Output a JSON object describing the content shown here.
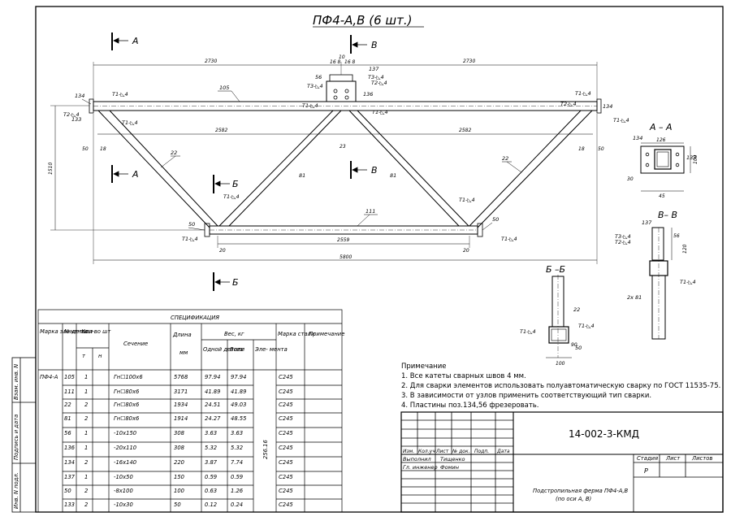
{
  "title": "ПФ4-А,В (6 шт.)",
  "section_marks": {
    "a": "А",
    "b": "Б",
    "v": "В"
  },
  "section_titles": {
    "aa": "А – А",
    "vv": "В– В",
    "bb": "Б –Б"
  },
  "dimensions": {
    "half_span": "2730",
    "top_inner": "2582",
    "bottom_inner": "2559",
    "total": "5800",
    "height": "1510",
    "left_offset": "50",
    "left_small": "18",
    "center_small": "23",
    "bottom_small": "20",
    "node_top": "16 8",
    "node_top2": "10",
    "node_top3": "16 8",
    "aa_w": "126",
    "aa_h": "100",
    "aa_b": "45",
    "aa_c": "30",
    "vv_w": "56",
    "vv_h": "120",
    "bb_w": "90",
    "bb_h": "100"
  },
  "positions": {
    "p105": "105",
    "p111": "111",
    "p22": "22",
    "p81": "81",
    "p56": "56",
    "p136": "136",
    "p134": "134",
    "p137": "137",
    "p50": "50",
    "p133": "133",
    "p81x2": "2х 81"
  },
  "welds": {
    "t1": "Т1-◺4",
    "t2": "Т2-◺4",
    "t3": "Т3-◺4",
    "t1s": "Т1",
    "t2s": "Т2",
    "t3s": "Т3"
  },
  "spec": {
    "header": "СПЕЦИФИКАЦИЯ",
    "col_mark": "Марка элемента",
    "col_pos": "№ детали",
    "col_qty": "Кол-во шт",
    "col_qty_t": "т",
    "col_qty_n": "н",
    "col_section": "Сечение",
    "col_length": "Длина",
    "col_length_unit": "мм",
    "col_weight": "Вес, кг",
    "col_w_one": "Одной детали",
    "col_w_all": "Всех",
    "col_w_el": "Эле- мента",
    "col_steel": "Марка стали",
    "col_note": "Примечание",
    "element_mark": "ПФ4-А",
    "element_weight": "256.16",
    "rows": [
      {
        "pos": "105",
        "q": "1",
        "section": "Гн☐100х6",
        "len": "5768",
        "w1": "97.94",
        "wa": "97.94",
        "steel": "С245"
      },
      {
        "pos": "111",
        "q": "1",
        "section": "Гн☐80х6",
        "len": "3171",
        "w1": "41.89",
        "wa": "41.89",
        "steel": "С245"
      },
      {
        "pos": "22",
        "q": "2",
        "section": "Гн☐80х6",
        "len": "1934",
        "w1": "24.51",
        "wa": "49.03",
        "steel": "С245"
      },
      {
        "pos": "81",
        "q": "2",
        "section": "Гн☐80х6",
        "len": "1914",
        "w1": "24.27",
        "wa": "48.55",
        "steel": "С245"
      },
      {
        "pos": "56",
        "q": "1",
        "section": "-10х150",
        "len": "308",
        "w1": "3.63",
        "wa": "3.63",
        "steel": "С245"
      },
      {
        "pos": "136",
        "q": "1",
        "section": "-20х110",
        "len": "308",
        "w1": "5.32",
        "wa": "5.32",
        "steel": "С245"
      },
      {
        "pos": "134",
        "q": "2",
        "section": "-16х140",
        "len": "220",
        "w1": "3.87",
        "wa": "7.74",
        "steel": "С245"
      },
      {
        "pos": "137",
        "q": "1",
        "section": "-10х50",
        "len": "150",
        "w1": "0.59",
        "wa": "0.59",
        "steel": "С245"
      },
      {
        "pos": "50",
        "q": "2",
        "section": "-8х100",
        "len": "100",
        "w1": "0.63",
        "wa": "1.26",
        "steel": "С245"
      },
      {
        "pos": "133",
        "q": "2",
        "section": "-10х30",
        "len": "50",
        "w1": "0.12",
        "wa": "0.24",
        "steel": "С245"
      }
    ]
  },
  "side_labels": {
    "s1": "Взам. инв. N",
    "s2": "Подпись и дата",
    "s3": "Инв. N подл."
  },
  "notes": {
    "heading": "Примечание",
    "items": [
      "1. Все катеты сварных швов 4 мм.",
      "2. Для сварки элементов использовать полуавтоматическую сварку  по ГОСТ 11535-75.",
      "3. В зависимости от узлов применить соответствующий тип сварки.",
      "4. Пластины поз.134,56 фрезеровать."
    ]
  },
  "stamp": {
    "code": "14-002-3-КМД",
    "h_izm": "Изм.",
    "h_kol": "Кол.уч",
    "h_list": "Лист",
    "h_doc": "№ док.",
    "h_podp": "Подп.",
    "h_date": "Дата",
    "r1_role": "Выполнил",
    "r1_name": "Тищенко",
    "r2_role": "Гл. инженер",
    "r2_name": "Фомин",
    "stage_h": "Стадия",
    "list_h": "Лист",
    "lists_h": "Листов",
    "stage": "Р",
    "name_line1": "Подстропильная ферма ПФ4-А,В",
    "name_line2": "(по оси А, В)"
  }
}
